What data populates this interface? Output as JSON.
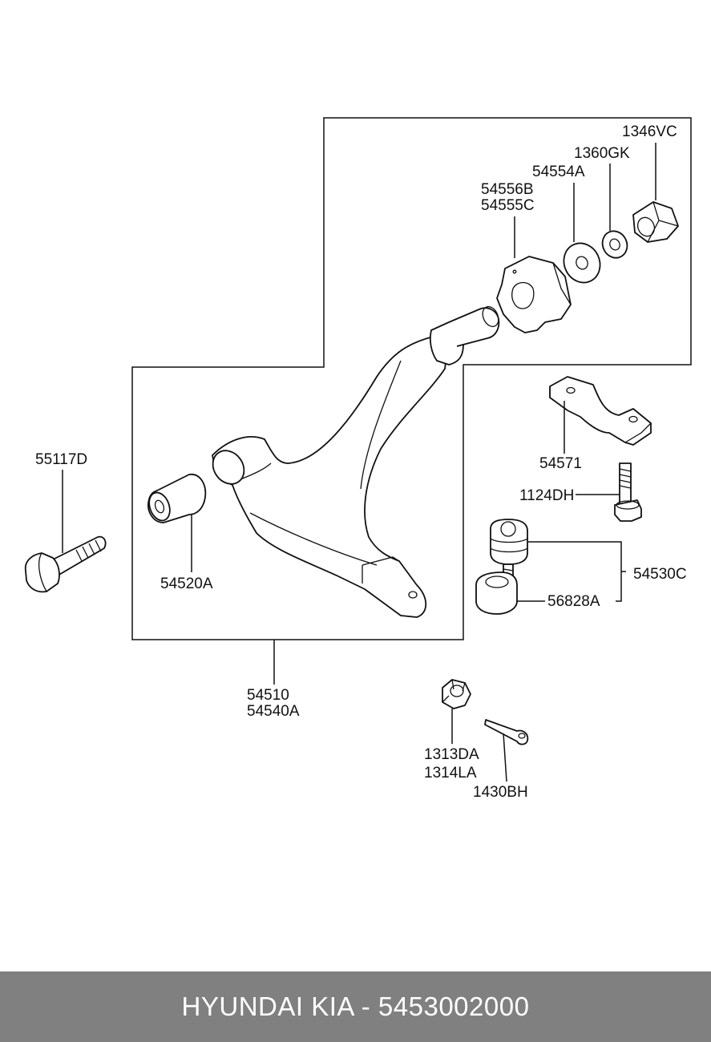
{
  "parts": {
    "p1346VC": "1346VC",
    "p1360GK": "1360GK",
    "p54554A": "54554A",
    "p54556B": "54556B",
    "p54555C": "54555C",
    "p55117D": "55117D",
    "p54571": "54571",
    "p1124DH": "1124DH",
    "p54530C": "54530C",
    "p56828A": "56828A",
    "p54520A": "54520A",
    "p54510": "54510",
    "p54540A": "54540A",
    "p1313DA": "1313DA",
    "p1314LA": "1314LA",
    "p1430BH": "1430BH"
  },
  "footer": {
    "label": "HYUNDAI KIA - 5453002000"
  }
}
